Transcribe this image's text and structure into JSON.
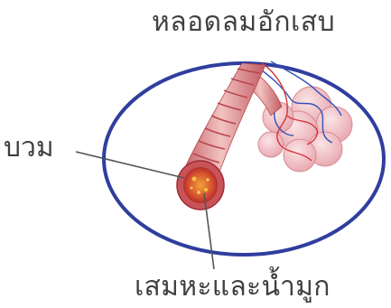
{
  "labels": {
    "title": "หลอดลมอักเสบ",
    "swollen": "บวม",
    "mucus": "เสมหะและน้ำมูก"
  },
  "colors": {
    "ellipse_border": "#2f3e9e",
    "bronchus_wall": "#e8a6a6",
    "bronchus_stripe": "#b8474f",
    "alveoli": "#f4cfd2",
    "vein": "#3550b8",
    "artery": "#d6343d",
    "mucus": "#e8a62a",
    "leader_line": "#555555"
  }
}
